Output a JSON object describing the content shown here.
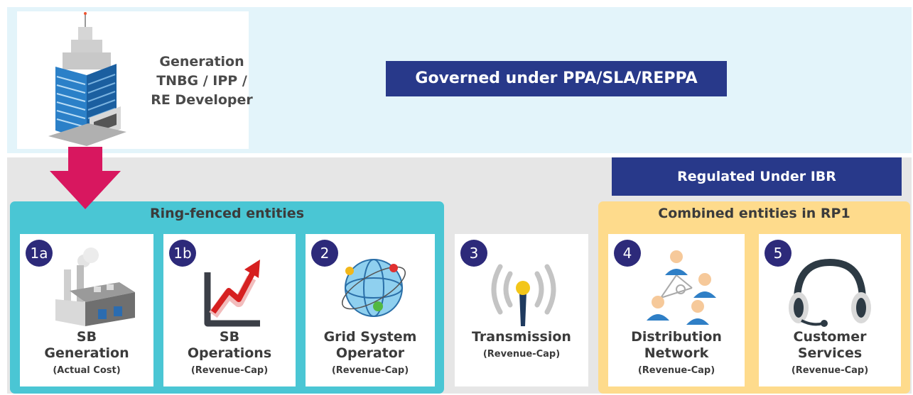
{
  "generation": {
    "label_lines": [
      "Generation",
      "TNBG / IPP /",
      "RE Developer"
    ]
  },
  "banners": {
    "ppa": "Governed under PPA/SLA/REPPA",
    "ibr": "Regulated Under IBR"
  },
  "groups": {
    "ring_fenced": "Ring-fenced entities",
    "combined": "Combined entities in RP1"
  },
  "colors": {
    "navy": "#28398a",
    "badge": "#2d2a7a",
    "teal": "#4ac6d4",
    "gold": "#fedb8c",
    "magenta": "#d8175f"
  },
  "entities": [
    {
      "badge": "1a",
      "title_lines": [
        "SB",
        "Generation"
      ],
      "subtitle": "(Actual Cost)",
      "icon": "power-plant-icon"
    },
    {
      "badge": "1b",
      "title_lines": [
        "SB",
        "Operations"
      ],
      "subtitle": "(Revenue-Cap)",
      "icon": "growth-chart-icon"
    },
    {
      "badge": "2",
      "title_lines": [
        "Grid System",
        "Operator"
      ],
      "subtitle": "(Revenue-Cap)",
      "icon": "network-globe-icon"
    },
    {
      "badge": "3",
      "title_lines": [
        "Transmission"
      ],
      "subtitle": "(Revenue-Cap)",
      "icon": "signal-tower-icon"
    },
    {
      "badge": "4",
      "title_lines": [
        "Distribution",
        "Network"
      ],
      "subtitle": "(Revenue-Cap)",
      "icon": "people-network-icon"
    },
    {
      "badge": "5",
      "title_lines": [
        "Customer",
        "Services"
      ],
      "subtitle": "(Revenue-Cap)",
      "icon": "headset-icon"
    }
  ]
}
